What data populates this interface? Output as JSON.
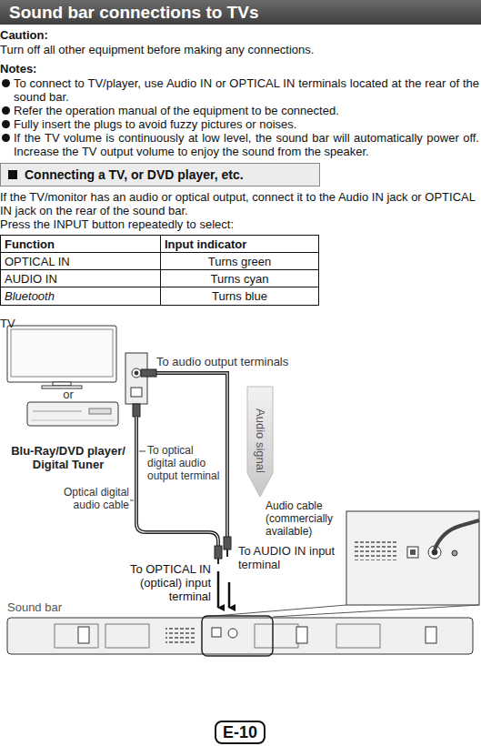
{
  "diagram": {
    "title": "Sound bar connections to TVs",
    "nodes": [
      {
        "text": [
          "Connecting a TV, or DVD player, etc."
        ]
      },
      {
        "text": [
          "E-10"
        ]
      }
    ],
    "labels": [
      "Caution:",
      "Turn off all other equipment before making any connections.",
      "Notes:",
      "To connect to TV/player, use Audio IN or OPTICAL IN terminals located at the rear of the sound bar.",
      "Refer the operation manual of the equipment to be connected.",
      "Fully insert the plugs to avoid fuzzy pictures or noises.",
      "If the TV volume is continuously at low level, the sound bar will automatically power off. Increase the TV output volume to enjoy the sound from the speaker.",
      "If the TV/monitor has an audio or optical output, connect it to the Audio IN jack or OPTICAL IN jack on the rear of the sound bar.",
      "Press the INPUT button repeatedly to select:",
      "Function",
      "Input indicator",
      "OPTICAL IN",
      "Turns green",
      "AUDIO IN",
      "Turns cyan",
      "Bluetooth",
      "Turns blue",
      "TV",
      "To audio output terminals",
      "or",
      "Audio signal",
      "Blu-Ray/DVD player/ Digital Tuner",
      "To optical digital audio output terminal",
      "Optical digital audio cable",
      "Audio cable (commercially available)",
      "To AUDIO IN input terminal",
      "To OPTICAL IN (optical) input terminal",
      "Sound bar"
    ]
  }
}
